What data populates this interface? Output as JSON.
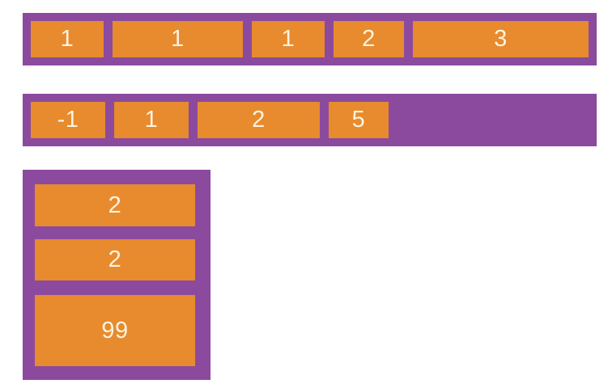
{
  "page": {
    "background": "#ffffff"
  },
  "colors": {
    "container_purple": "#8b4a9e",
    "item_orange": "#e78b2e",
    "item_text_cream": "#fdf3e0"
  },
  "containers": [
    {
      "name": "row-container-1",
      "direction": "row",
      "items": [
        {
          "label": "1"
        },
        {
          "label": "1"
        },
        {
          "label": "1"
        },
        {
          "label": "2"
        },
        {
          "label": "3"
        }
      ]
    },
    {
      "name": "row-container-2",
      "direction": "row",
      "items": [
        {
          "label": "-1"
        },
        {
          "label": "1"
        },
        {
          "label": "2"
        },
        {
          "label": "5"
        }
      ]
    },
    {
      "name": "column-container",
      "direction": "column",
      "items": [
        {
          "label": "2"
        },
        {
          "label": "2"
        },
        {
          "label": "99"
        }
      ]
    }
  ]
}
